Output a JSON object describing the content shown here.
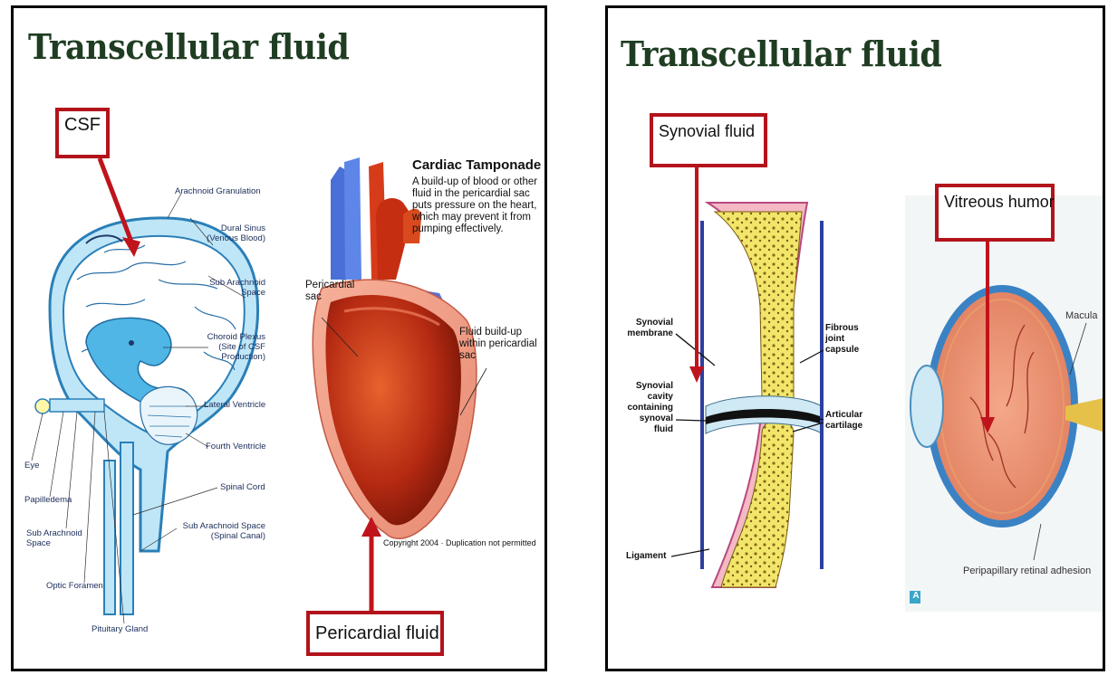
{
  "left": {
    "title": "Transcellular fluid",
    "csf_box": "CSF",
    "pericardial_box": "Pericardial fluid",
    "brain_labels": {
      "arachnoid_granulation": "Arachnoid Granulation",
      "dural_sinus": [
        "Dural Sinus",
        "(Venous Blood)"
      ],
      "sub_arachnoid_space": [
        "Sub Arachnoid",
        "Space"
      ],
      "choroid_plexus": [
        "Choroid Plexus",
        "(Site of CSF",
        "Production)"
      ],
      "lateral_ventricle": "Lateral Ventricle",
      "fourth_ventricle": "Fourth Ventricle",
      "spinal_cord": "Spinal Cord",
      "sub_arachnoid_spinal": [
        "Sub Arachnoid Space",
        "(Spinal Canal)"
      ],
      "eye": "Eye",
      "papilledema": "Papilledema",
      "sub_arachnoid_left": [
        "Sub Arachnoid",
        "Space"
      ],
      "optic_foramen": "Optic Foramen",
      "pituitary_gland": "Pituitary Gland"
    },
    "heart": {
      "heading": "Cardiac Tamponade",
      "description": [
        "A build-up of blood or other",
        "fluid in the pericardial sac",
        "puts pressure on the heart,",
        "which may prevent it from",
        "pumping effectively."
      ],
      "pericardial_sac": [
        "Pericardial",
        "sac"
      ],
      "fluid_buildup": [
        "Fluid build-up",
        "within pericardial",
        "sac"
      ],
      "copyright": "Copyright 2004 · Duplication not permitted"
    }
  },
  "right": {
    "title": "Transcellular fluid",
    "synovial_box": "Synovial fluid",
    "vitreous_box": "Vitreous humor",
    "joint_labels": {
      "synovial_membrane": [
        "Synovial",
        "membrane"
      ],
      "synovial_cavity": [
        "Synovial",
        "cavity",
        "containing",
        "synoval",
        "fluid"
      ],
      "ligament": "Ligament",
      "fibrous_capsule": [
        "Fibrous",
        "joint",
        "capsule"
      ],
      "articular_cartilage": [
        "Articular",
        "cartilage"
      ]
    },
    "eye_labels": {
      "macula": "Macula",
      "retinal_adhesion": "Peripapillary retinal adhesion",
      "figure_letter": "A"
    }
  },
  "colors": {
    "box_border": "#b3131b",
    "title": "#1f3d22",
    "arrow": "#c0141c",
    "brain_blue": "#7fcdf0"
  }
}
